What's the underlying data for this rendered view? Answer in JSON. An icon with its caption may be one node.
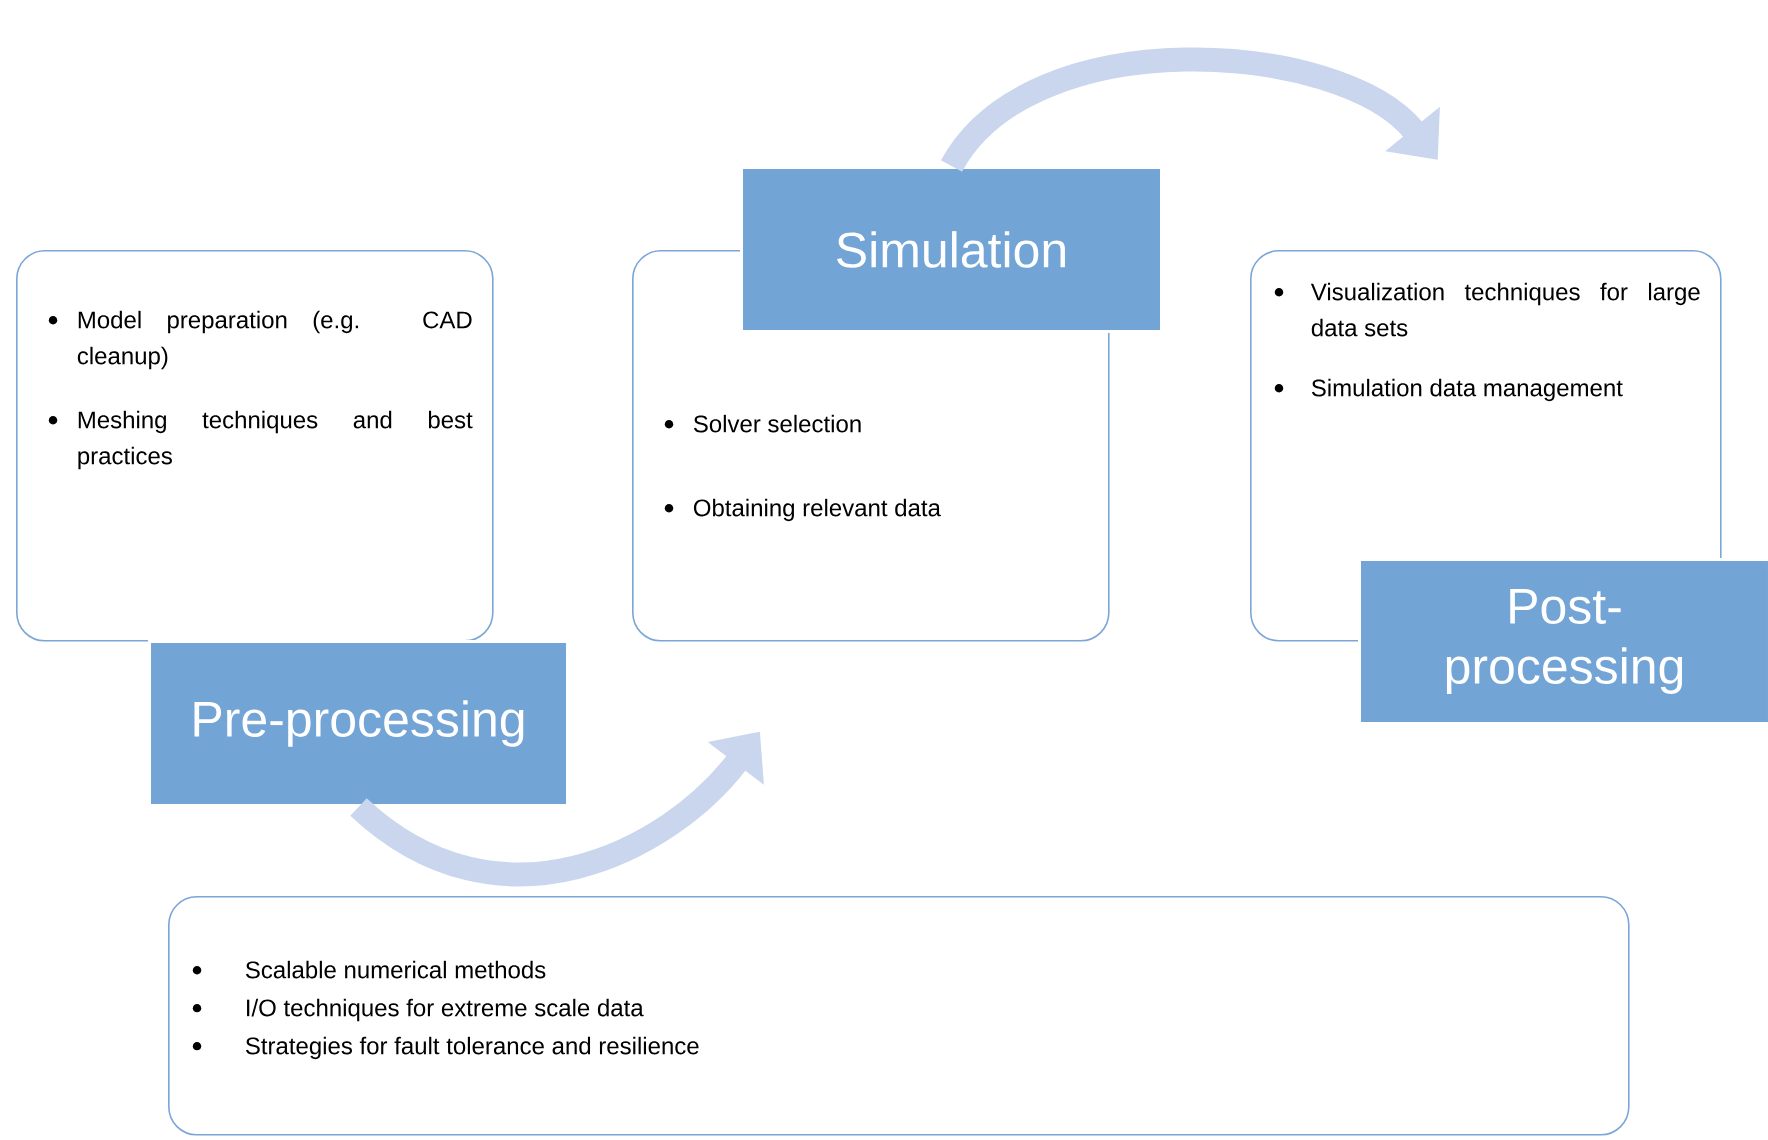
{
  "diagram": {
    "nodes": [
      {
        "text": [
          "Model preparation (e.g. CAD cleanup)",
          "Meshing techniques and best practices"
        ]
      },
      {
        "text": [
          "Pre-processing"
        ]
      },
      {
        "text": [
          "Solver selection",
          "Obtaining relevant data"
        ]
      },
      {
        "text": [
          "Simulation"
        ]
      },
      {
        "text": [
          "Visualization techniques for large data sets",
          "Simulation data management"
        ]
      },
      {
        "text": [
          "Post-processing"
        ]
      },
      {
        "text": [
          "Scalable numerical methods",
          "I/O techniques for extreme scale data",
          "Strategies for fault tolerance and resilience"
        ]
      }
    ],
    "edges": [
      {
        "from": 1,
        "to": 2,
        "arrow": "to"
      },
      {
        "from": 3,
        "to": 4,
        "arrow": "to"
      }
    ]
  }
}
